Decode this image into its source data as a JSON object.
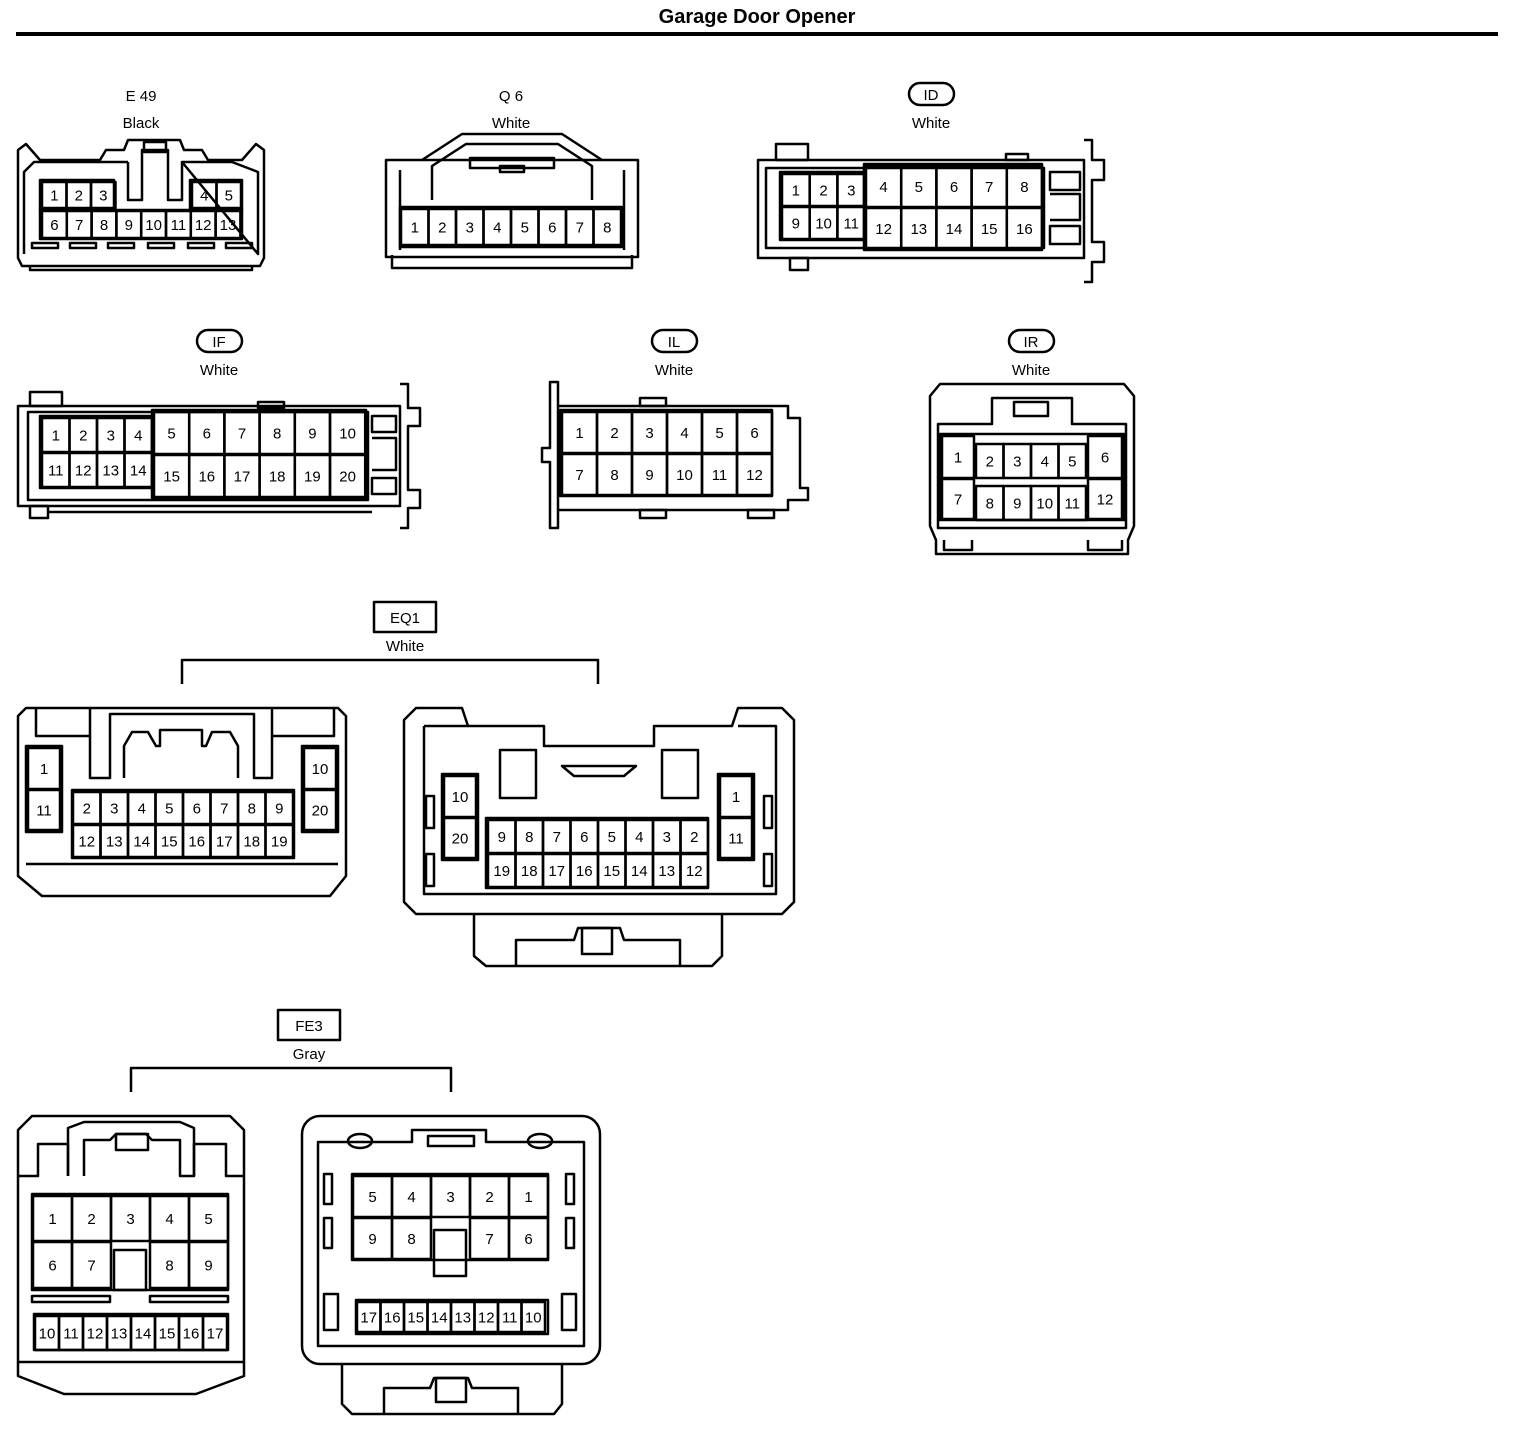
{
  "title": "Garage Door Opener",
  "connectors": {
    "e49": {
      "code": "E 49",
      "color": "Black",
      "pins": [
        "1",
        "2",
        "3",
        "4",
        "5",
        "6",
        "7",
        "8",
        "9",
        "10",
        "11",
        "12",
        "13"
      ]
    },
    "q6": {
      "code": "Q 6",
      "color": "White",
      "pins": [
        "1",
        "2",
        "3",
        "4",
        "5",
        "6",
        "7",
        "8"
      ]
    },
    "id": {
      "code": "ID",
      "color": "White",
      "pins": [
        "1",
        "2",
        "3",
        "4",
        "5",
        "6",
        "7",
        "8",
        "9",
        "10",
        "11",
        "12",
        "13",
        "14",
        "15",
        "16"
      ]
    },
    "if": {
      "code": "IF",
      "color": "White",
      "pins": [
        "1",
        "2",
        "3",
        "4",
        "5",
        "6",
        "7",
        "8",
        "9",
        "10",
        "11",
        "12",
        "13",
        "14",
        "15",
        "16",
        "17",
        "18",
        "19",
        "20"
      ]
    },
    "il": {
      "code": "IL",
      "color": "White",
      "pins": [
        "1",
        "2",
        "3",
        "4",
        "5",
        "6",
        "7",
        "8",
        "9",
        "10",
        "11",
        "12"
      ]
    },
    "ir": {
      "code": "IR",
      "color": "White",
      "pins": [
        "1",
        "2",
        "3",
        "4",
        "5",
        "6",
        "7",
        "8",
        "9",
        "10",
        "11",
        "12"
      ]
    },
    "eq1": {
      "code": "EQ1",
      "color": "White",
      "pins": [
        "1",
        "2",
        "3",
        "4",
        "5",
        "6",
        "7",
        "8",
        "9",
        "10",
        "11",
        "12",
        "13",
        "14",
        "15",
        "16",
        "17",
        "18",
        "19",
        "20"
      ]
    },
    "fe3": {
      "code": "FE3",
      "color": "Gray",
      "pins": [
        "1",
        "2",
        "3",
        "4",
        "5",
        "6",
        "7",
        "8",
        "9",
        "10",
        "11",
        "12",
        "13",
        "14",
        "15",
        "16",
        "17"
      ]
    }
  }
}
